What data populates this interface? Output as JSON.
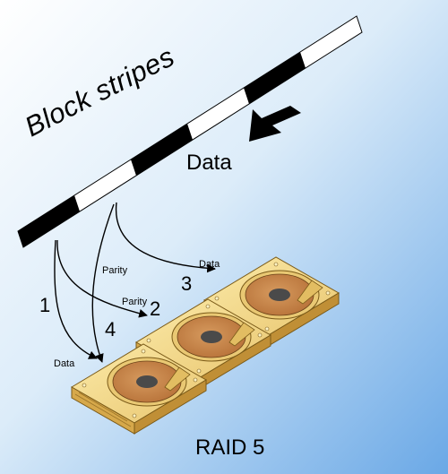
{
  "title": "RAID 5",
  "stripe_label": "Block stripes",
  "incoming_label": "Data",
  "flows": [
    {
      "number": "1",
      "kind": "Data"
    },
    {
      "number": "2",
      "kind": "Parity"
    },
    {
      "number": "3",
      "kind": "Data"
    },
    {
      "number": "4",
      "kind": "Parity"
    }
  ],
  "colors": {
    "background_top": "#f4f9fd",
    "background_bottom": "#7fb6ec",
    "disk_body": "#f3d98b",
    "platter": "#c9864a"
  }
}
